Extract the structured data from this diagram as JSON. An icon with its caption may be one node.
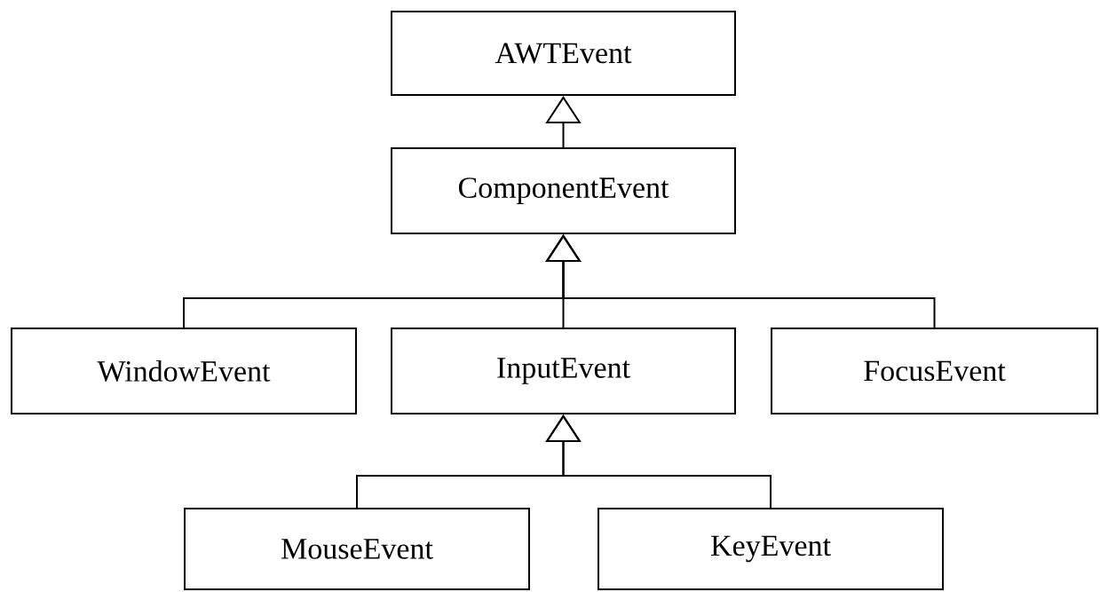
{
  "diagram": {
    "nodes": [
      {
        "text": [
          "AWTEvent"
        ]
      },
      {
        "text": [
          "ComponentEvent"
        ]
      },
      {
        "text": [
          "WindowEvent"
        ]
      },
      {
        "text": [
          "InputEvent"
        ]
      },
      {
        "text": [
          "FocusEvent"
        ]
      },
      {
        "text": [
          "MouseEvent"
        ]
      },
      {
        "text": [
          "KeyEvent"
        ]
      }
    ],
    "edges": [
      {
        "from": 1,
        "to": 0,
        "arrow": "to"
      },
      {
        "from": 2,
        "to": 1,
        "arrow": "to"
      },
      {
        "from": 3,
        "to": 1,
        "arrow": "to"
      },
      {
        "from": 4,
        "to": 1,
        "arrow": "to"
      },
      {
        "from": 5,
        "to": 3,
        "arrow": "to"
      },
      {
        "from": 6,
        "to": 3,
        "arrow": "to"
      }
    ]
  }
}
